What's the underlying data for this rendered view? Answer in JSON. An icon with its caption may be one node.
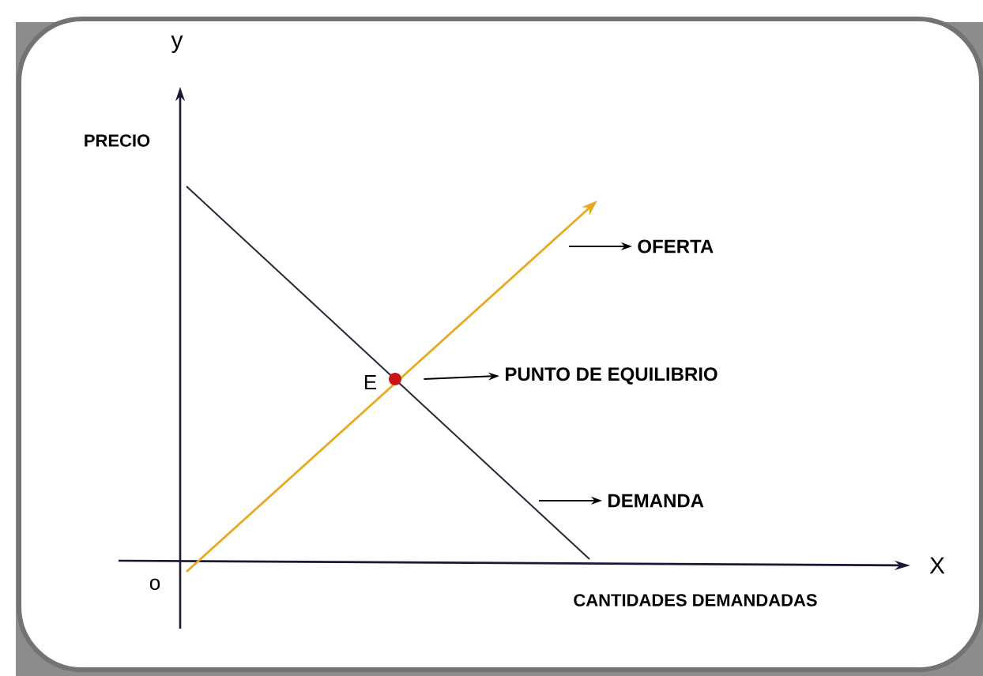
{
  "diagram": {
    "nodes": [
      {
        "text": [
          "OFERTA"
        ]
      },
      {
        "text": [],
        "shape": "circle",
        "beside": [
          "E"
        ]
      },
      {
        "text": [
          "PUNTO DE EQUILIBRIO"
        ]
      },
      {
        "text": [
          "DEMANDA"
        ]
      }
    ],
    "edges": [
      {
        "from": null,
        "to": 0,
        "arrow": "to"
      },
      {
        "from": 1,
        "to": 2,
        "arrow": "to"
      },
      {
        "from": null,
        "to": 3,
        "arrow": "to"
      }
    ],
    "labels": [
      "y",
      "PRECIO",
      "X",
      "o",
      "CANTIDADES DEMANDADAS"
    ]
  }
}
